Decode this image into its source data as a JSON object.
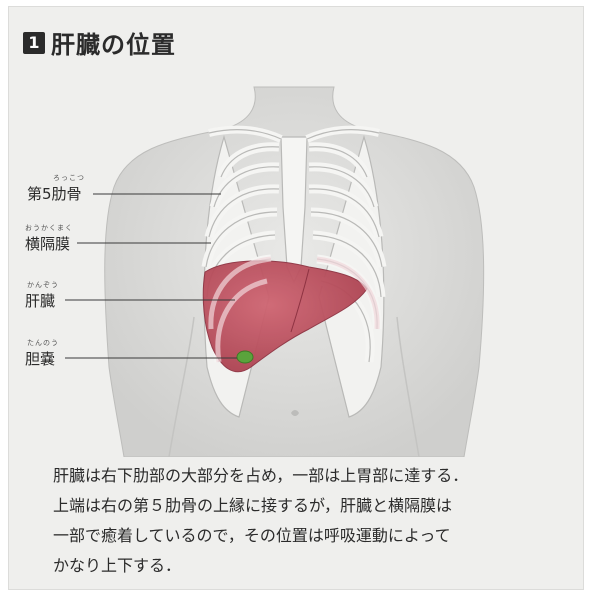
{
  "section": {
    "number": "1",
    "title": "肝臓の位置"
  },
  "labels": {
    "rib5": {
      "text": "第5肋骨",
      "ruby": "ろっこつ"
    },
    "diaphragm": {
      "text": "横隔膜",
      "ruby": "おうかくまく"
    },
    "liver": {
      "text": "肝臓",
      "ruby": "かんぞう"
    },
    "gallbladder": {
      "text": "胆嚢",
      "ruby": "たんのう"
    }
  },
  "description": {
    "lines": [
      "肝臓は右下肋部の大部分を占め，一部は上胃部に達する．",
      "上端は右の第５肋骨の上縁に接するが，肝臓と横隔膜は",
      "一部で癒着しているので，その位置は呼吸運動によって",
      "かなり上下する．"
    ]
  },
  "colors": {
    "liver": "#c0505e",
    "gallbladder": "#5aa33c",
    "bone": "#f4f4f2",
    "skin": "#d9d9d7"
  }
}
